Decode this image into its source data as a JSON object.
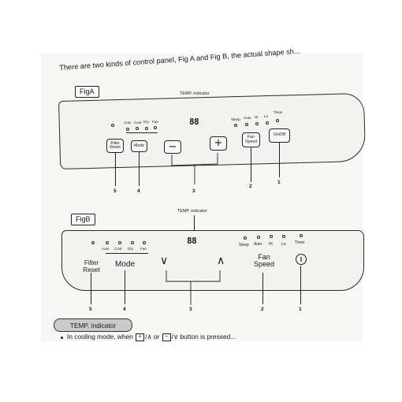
{
  "intro_text": "There are two kinds of control panel, Fig A and Fig B, the actual shape sh...",
  "figA": {
    "label": "FigA",
    "temp_indicator": "TEMP. indicator",
    "display": "88",
    "mode_leds": [
      "Auto",
      "Cool",
      "Dry",
      "Fan"
    ],
    "speed_leds": [
      "Sleep",
      "Auto",
      "Hi",
      "Lo",
      "Timer"
    ],
    "buttons": {
      "filter_reset": "Filter Reset",
      "mode": "Mode",
      "minus": "−",
      "plus": "+",
      "fan_speed": "Fan Speed",
      "onoff": "On/Off"
    },
    "callouts": [
      "5",
      "4",
      "3",
      "2",
      "1"
    ]
  },
  "figB": {
    "label": "FigB",
    "temp_indicator": "TEMP. indicator",
    "display": "88",
    "mode_leds": [
      "Auto",
      "Cool",
      "Dry",
      "Fan"
    ],
    "speed_leds": [
      "Sleep",
      "Auto",
      "Hi",
      "Lo",
      "Timer"
    ],
    "buttons": {
      "filter_reset": "Filter Reset",
      "mode": "Mode",
      "down": "∨",
      "up": "∧",
      "fan_speed": "Fan Speed",
      "power": "I"
    },
    "callouts": [
      "5",
      "4",
      "3",
      "2",
      "1"
    ]
  },
  "section_heading": "TEMP. indicator",
  "body_text": {
    "lead": "In cooling mode, when",
    "plus_glyph": "+",
    "up_glyph": "/∧ or",
    "minus_glyph": "−",
    "tail": "/∨ button is pressed..."
  }
}
